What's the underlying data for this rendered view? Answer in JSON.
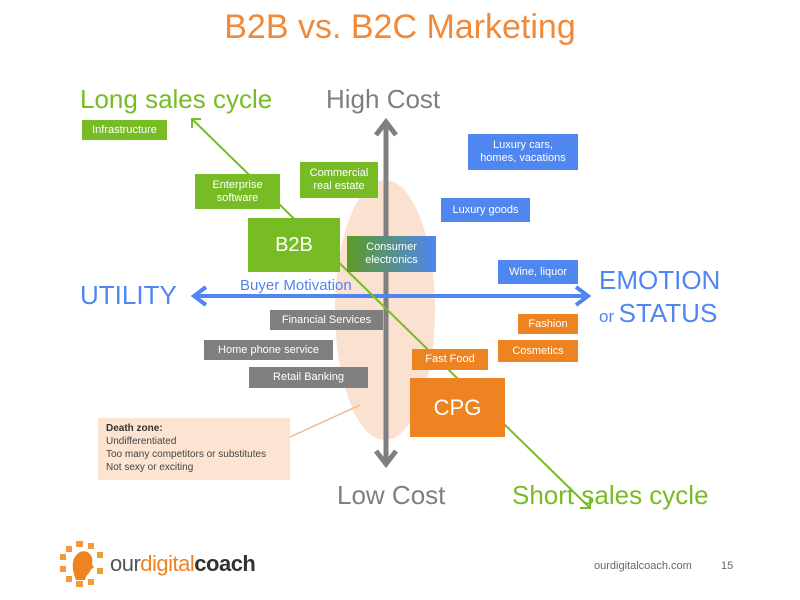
{
  "title": "B2B vs. B2C Marketing",
  "axes": {
    "top": "High Cost",
    "bottom": "Low Cost",
    "left": "UTILITY",
    "right_1": "EMOTION",
    "right_or": "or",
    "right_2": "STATUS",
    "horizontal_label": "Buyer Motivation"
  },
  "diagonal": {
    "start": "Long sales cycle",
    "end": "Short sales cycle"
  },
  "boxes": {
    "infrastructure": "Infrastructure",
    "enterprise_1": "Enterprise",
    "enterprise_2": "software",
    "commercial_1": "Commercial",
    "commercial_2": "real estate",
    "b2b": "B2B",
    "consumer_1": "Consumer",
    "consumer_2": "electronics",
    "luxury_cars_1": "Luxury cars,",
    "luxury_cars_2": "homes, vacations",
    "luxury_goods": "Luxury goods",
    "wine": "Wine, liquor",
    "financial": "Financial Services",
    "home_phone": "Home phone service",
    "retail": "Retail Banking",
    "fashion": "Fashion",
    "cosmetics": "Cosmetics",
    "fast_food": "Fast Food",
    "cpg": "CPG"
  },
  "death_zone": {
    "heading": "Death zone:",
    "lines": [
      "Undifferentiated",
      "Too many competitors or substitutes",
      "Not sexy or exciting"
    ]
  },
  "footer": {
    "logo_1": "our",
    "logo_2": "digital",
    "logo_3": "coach",
    "url": "ourdigitalcoach.com",
    "page": "15"
  },
  "colors": {
    "green": "#77bc24",
    "blue": "#4f86f0",
    "gray": "#7f7f7f",
    "orange": "#ee8322"
  }
}
